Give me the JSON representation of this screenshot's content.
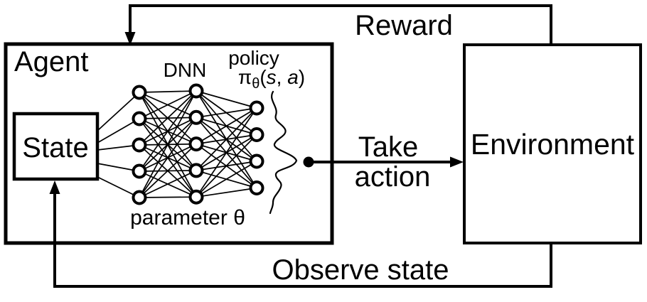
{
  "diagram": {
    "agent": {
      "label": "Agent"
    },
    "state": {
      "label": "State"
    },
    "environment": {
      "label": "Environment"
    },
    "arrows": {
      "reward": {
        "label": "Reward"
      },
      "take_action": {
        "line1": "Take",
        "line2": "action"
      },
      "observe_state": {
        "label": "Observe state"
      }
    },
    "network": {
      "label": "DNN",
      "parameter_label": "parameter θ",
      "policy_caption": "policy",
      "policy_formula": {
        "pi": "π",
        "theta_sub": "θ",
        "open_paren": "(",
        "s": "s",
        "separator": ", ",
        "a": "a",
        "close_paren": ")"
      },
      "layer_sizes": [
        5,
        5,
        4
      ]
    },
    "colors": {
      "ink": "#000000",
      "background": "#ffffff"
    }
  }
}
